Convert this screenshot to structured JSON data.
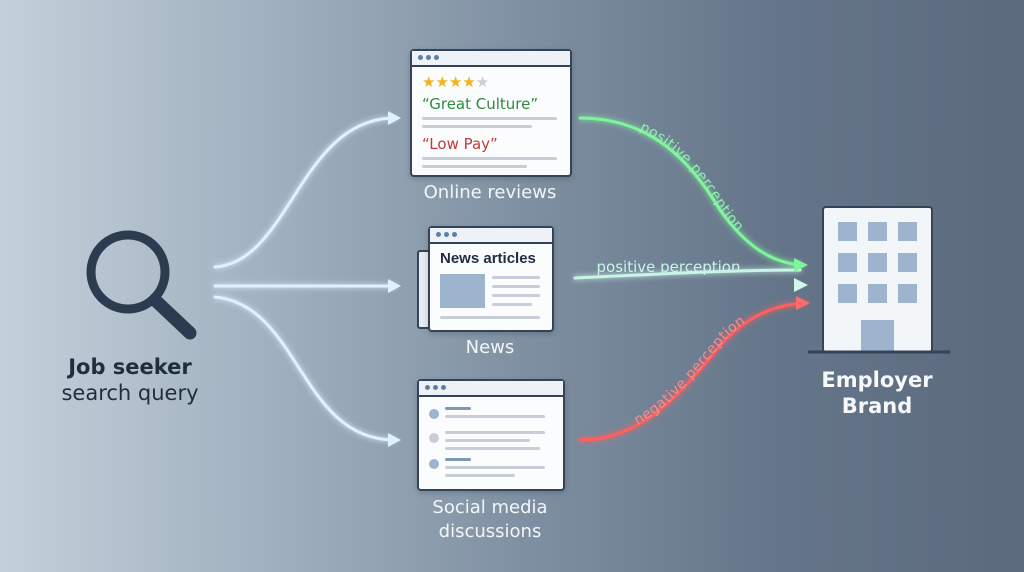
{
  "query": {
    "line1": "Job seeker",
    "line2": "search query"
  },
  "reviews": {
    "stars": "★★★★",
    "star_half": "★",
    "quote_positive": "“Great Culture”",
    "quote_negative": "“Low Pay”",
    "caption": "Online reviews"
  },
  "news": {
    "headline": "News articles",
    "caption": "News"
  },
  "social": {
    "caption_line1": "Social media",
    "caption_line2": "discussions"
  },
  "edges": {
    "reviews_label": "positive perception",
    "news_label": "positive perception",
    "social_label": "negative perception"
  },
  "brand": {
    "line1": "Employer",
    "line2": "Brand"
  },
  "colors": {
    "input_arrow": "#d9efff",
    "positive": "#7ef59a",
    "neutral": "#c8f5e6",
    "negative": "#ff5f5f",
    "positive_text": "#8ff2b0",
    "negative_text": "#ff8a8a",
    "quote_positive": "#2e8a3e",
    "quote_negative": "#c03a3a",
    "dark": "#2f3e52"
  }
}
